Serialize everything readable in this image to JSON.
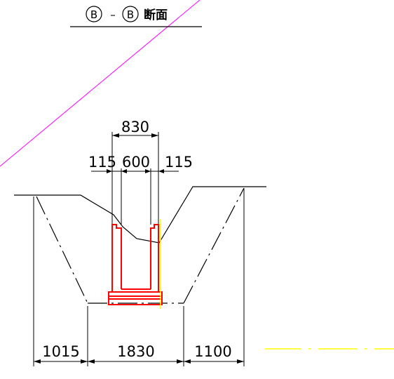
{
  "title": {
    "marker_left": "B",
    "separator": "–",
    "marker_right": "B",
    "label": "断面"
  },
  "dimensions": {
    "top_total": "830",
    "wall_left": "115",
    "inner": "600",
    "wall_right": "115",
    "bottom_left": "1015",
    "bottom_center": "1830",
    "bottom_right": "1100"
  },
  "colors": {
    "line": "#000000",
    "structure": "#ff0000",
    "reference_line": "#ff00ff",
    "centerline": "#ffff00"
  }
}
